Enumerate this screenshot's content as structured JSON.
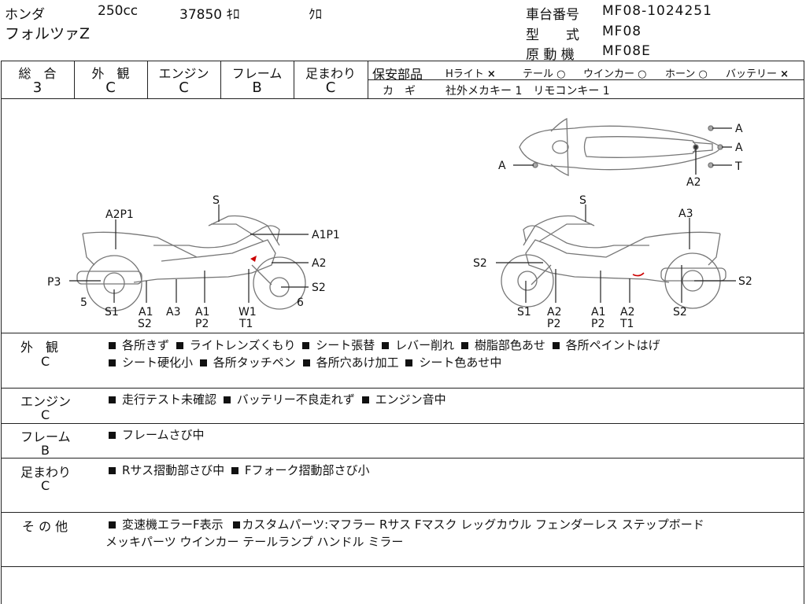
{
  "header": {
    "maker": "ホンダ",
    "displacement": "250cc",
    "mileage": "37850 ｷﾛ",
    "color": "ｸﾛ",
    "model_name": "フォルツァZ",
    "frame_no_label": "車台番号",
    "frame_no": "MF08-1024251",
    "type_label": "型　　式",
    "type": "MF08",
    "engine_label": "原 動 機",
    "engine": "MF08E"
  },
  "grades": {
    "overall_label": "総　合",
    "overall": "3",
    "exterior_label": "外　観",
    "exterior": "C",
    "engine_label": "エンジン",
    "engine": "C",
    "frame_label": "フレーム",
    "frame": "B",
    "suspension_label": "足まわり",
    "suspension": "C"
  },
  "safety": {
    "label": "保安部品",
    "items": [
      {
        "name": "Hライト",
        "mark": "×"
      },
      {
        "name": "テール",
        "mark": "○"
      },
      {
        "name": "ウインカー",
        "mark": "○"
      },
      {
        "name": "ホーン",
        "mark": "○"
      },
      {
        "name": "バッテリー",
        "mark": "×"
      }
    ]
  },
  "keys": {
    "label": "カ　ギ",
    "value": "社外メカキー 1　リモコンキー 1"
  },
  "diagram": {
    "top_labels": [
      "A",
      "A",
      "T",
      "A",
      "A2"
    ],
    "left_labels": [
      "S",
      "A2P1",
      "A1P1",
      "A2",
      "S2",
      "P3",
      "5",
      "6",
      "S1",
      "A1",
      "S2",
      "A3",
      "A1",
      "P2",
      "W1",
      "T1"
    ],
    "right_labels": [
      "S",
      "A3",
      "S2",
      "S2",
      "S1",
      "A2",
      "P2",
      "A1",
      "P2",
      "A2",
      "T1",
      "S2"
    ]
  },
  "notes": {
    "exterior_label": "外　観",
    "exterior_grade": "C",
    "exterior_line1": [
      "各所きず",
      "ライトレンズくもり",
      "シート張替",
      "レバー削れ",
      "樹脂部色あせ",
      "各所ペイントはげ"
    ],
    "exterior_line2": [
      "シート硬化小",
      "各所タッチペン",
      "各所穴あけ加工",
      "シート色あせ中"
    ],
    "engine_label": "エンジン",
    "engine_grade": "C",
    "engine_line": [
      "走行テスト未確認",
      "バッテリー不良走れず",
      "エンジン音中"
    ],
    "frame_label": "フレーム",
    "frame_grade": "B",
    "frame_line": [
      "フレームさび中"
    ],
    "suspension_label": "足まわり",
    "suspension_grade": "C",
    "suspension_line": [
      "Rサス摺動部さび中",
      "Fフォーク摺動部さび小"
    ],
    "other_label": "そ の 他",
    "other_line1": "変速機エラーF表示",
    "other_line1b": "カスタムパーツ:マフラー Rサス Fマスク レッグカウル フェンダーレス ステップボード",
    "other_line2": "メッキパーツ ウインカー テールランプ ハンドル ミラー"
  }
}
